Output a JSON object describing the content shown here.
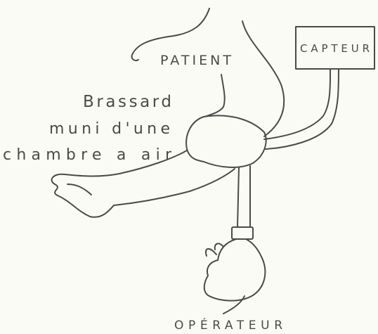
{
  "labels": {
    "patient": "PATIENT",
    "capteur": "CAPTEUR",
    "brassard_line1": "Brassard",
    "brassard_line2": "muni d'une",
    "brassard_line3": "chambre a air",
    "operateur": "OPÉRATEUR"
  },
  "colors": {
    "ink": "#4a4a4a",
    "paper": "#fbfbf6"
  }
}
